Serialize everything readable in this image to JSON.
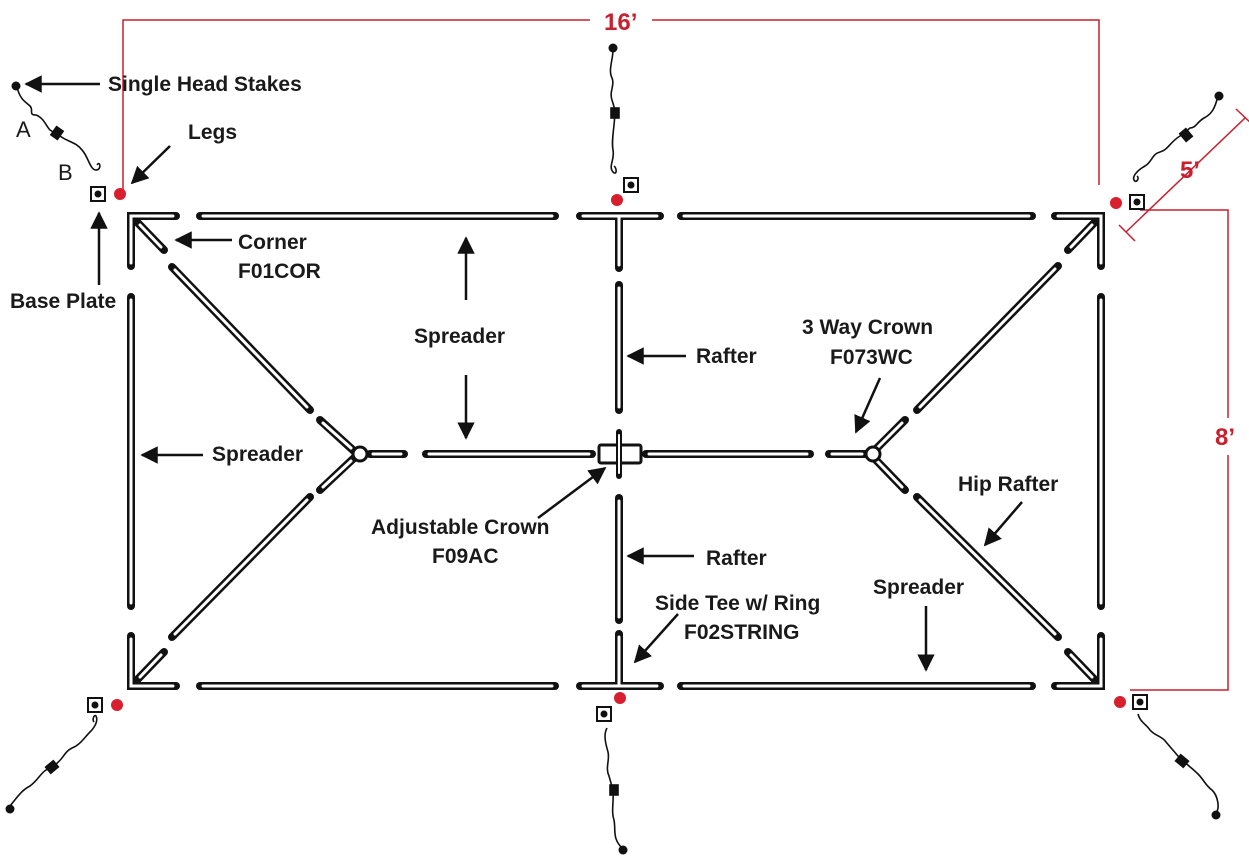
{
  "dimensions": {
    "width": "16’",
    "depth": "8’",
    "stake_offset": "5’"
  },
  "labels": {
    "single_head_stakes": "Single Head Stakes",
    "point_a": "A",
    "point_b": "B",
    "legs": "Legs",
    "base_plate": "Base Plate",
    "corner_name": "Corner",
    "corner_code": "F01COR",
    "spreader_top": "Spreader",
    "spreader_left": "Spreader",
    "spreader_bottom": "Spreader",
    "rafter_top": "Rafter",
    "rafter_bottom": "Rafter",
    "three_way_crown_name": "3 Way Crown",
    "three_way_crown_code": "F073WC",
    "adjustable_crown_name": "Adjustable Crown",
    "adjustable_crown_code": "F09AC",
    "hip_rafter": "Hip Rafter",
    "side_tee_name": "Side Tee w/ Ring",
    "side_tee_code": "F02STRING"
  },
  "colors": {
    "frame": "#111111",
    "leg": "#d81f2e",
    "dimension": "#c8202e"
  }
}
